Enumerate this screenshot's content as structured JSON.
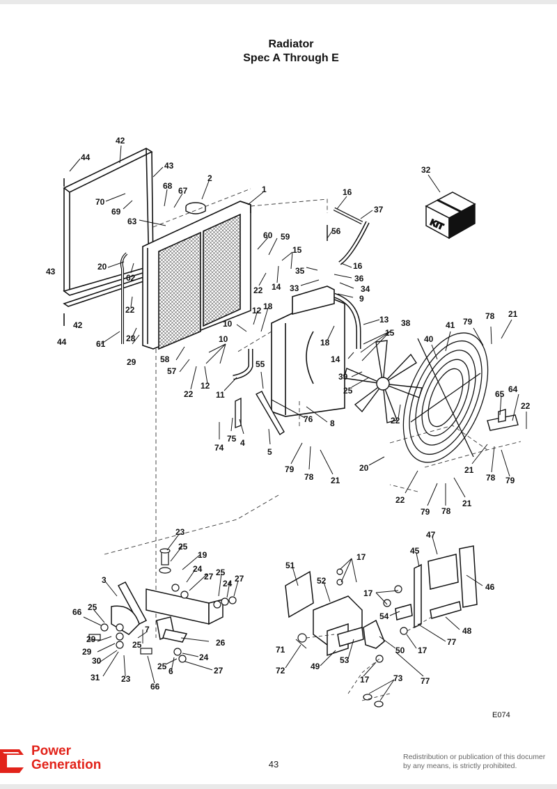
{
  "header": {
    "title": "Radiator",
    "subtitle": "Spec A Through E"
  },
  "figure": {
    "id": "E074",
    "kit_label": "KIT"
  },
  "callouts": [
    {
      "id": "c42a",
      "text": "42"
    },
    {
      "id": "c44a",
      "text": "44"
    },
    {
      "id": "c43a",
      "text": "43"
    },
    {
      "id": "c2",
      "text": "2"
    },
    {
      "id": "c1",
      "text": "1"
    },
    {
      "id": "c68",
      "text": "68"
    },
    {
      "id": "c67",
      "text": "67"
    },
    {
      "id": "c70",
      "text": "70"
    },
    {
      "id": "c69",
      "text": "69"
    },
    {
      "id": "c63",
      "text": "63"
    },
    {
      "id": "c16a",
      "text": "16"
    },
    {
      "id": "c37",
      "text": "37"
    },
    {
      "id": "c32",
      "text": "32"
    },
    {
      "id": "c56",
      "text": "56"
    },
    {
      "id": "c60",
      "text": "60"
    },
    {
      "id": "c59",
      "text": "59"
    },
    {
      "id": "c15a",
      "text": "15"
    },
    {
      "id": "c16b",
      "text": "16"
    },
    {
      "id": "c35",
      "text": "35"
    },
    {
      "id": "c36",
      "text": "36"
    },
    {
      "id": "c33",
      "text": "33"
    },
    {
      "id": "c34",
      "text": "34"
    },
    {
      "id": "c9",
      "text": "9"
    },
    {
      "id": "c43b",
      "text": "43"
    },
    {
      "id": "c20a",
      "text": "20"
    },
    {
      "id": "c62",
      "text": "62"
    },
    {
      "id": "c22a",
      "text": "22"
    },
    {
      "id": "c14a",
      "text": "14"
    },
    {
      "id": "c42b",
      "text": "42"
    },
    {
      "id": "c44b",
      "text": "44"
    },
    {
      "id": "c61",
      "text": "61"
    },
    {
      "id": "c28",
      "text": "28"
    },
    {
      "id": "c29a",
      "text": "29"
    },
    {
      "id": "c22b",
      "text": "22"
    },
    {
      "id": "c12a",
      "text": "12"
    },
    {
      "id": "c18a",
      "text": "18"
    },
    {
      "id": "c10a",
      "text": "10"
    },
    {
      "id": "c13",
      "text": "13"
    },
    {
      "id": "c15b",
      "text": "15"
    },
    {
      "id": "c38",
      "text": "38"
    },
    {
      "id": "c18b",
      "text": "18"
    },
    {
      "id": "c14b",
      "text": "14"
    },
    {
      "id": "c41",
      "text": "41"
    },
    {
      "id": "c40",
      "text": "40"
    },
    {
      "id": "c79a",
      "text": "79"
    },
    {
      "id": "c78a",
      "text": "78"
    },
    {
      "id": "c21a",
      "text": "21"
    },
    {
      "id": "c58",
      "text": "58"
    },
    {
      "id": "c10b",
      "text": "10"
    },
    {
      "id": "c57",
      "text": "57"
    },
    {
      "id": "c22c",
      "text": "22"
    },
    {
      "id": "c12b",
      "text": "12"
    },
    {
      "id": "c11",
      "text": "11"
    },
    {
      "id": "c39",
      "text": "39"
    },
    {
      "id": "c25a",
      "text": "25"
    },
    {
      "id": "c55",
      "text": "55"
    },
    {
      "id": "c65",
      "text": "65"
    },
    {
      "id": "c64",
      "text": "64"
    },
    {
      "id": "c22d",
      "text": "22"
    },
    {
      "id": "c76",
      "text": "76"
    },
    {
      "id": "c22e",
      "text": "22"
    },
    {
      "id": "c8",
      "text": "8"
    },
    {
      "id": "c74",
      "text": "74"
    },
    {
      "id": "c75",
      "text": "75"
    },
    {
      "id": "c4",
      "text": "4"
    },
    {
      "id": "c5",
      "text": "5"
    },
    {
      "id": "c79b",
      "text": "79"
    },
    {
      "id": "c78b",
      "text": "78"
    },
    {
      "id": "c21b",
      "text": "21"
    },
    {
      "id": "c20b",
      "text": "20"
    },
    {
      "id": "c21c",
      "text": "21"
    },
    {
      "id": "c78c",
      "text": "78"
    },
    {
      "id": "c79c",
      "text": "79"
    },
    {
      "id": "c22f",
      "text": "22"
    },
    {
      "id": "c79d",
      "text": "79"
    },
    {
      "id": "c78d",
      "text": "78"
    },
    {
      "id": "c21d",
      "text": "21"
    },
    {
      "id": "c23a",
      "text": "23"
    },
    {
      "id": "c25b",
      "text": "25"
    },
    {
      "id": "c19",
      "text": "19"
    },
    {
      "id": "c24a",
      "text": "24"
    },
    {
      "id": "c27a",
      "text": "27"
    },
    {
      "id": "c25c",
      "text": "25"
    },
    {
      "id": "c24b",
      "text": "24"
    },
    {
      "id": "c27b",
      "text": "27"
    },
    {
      "id": "c3",
      "text": "3"
    },
    {
      "id": "c66a",
      "text": "66"
    },
    {
      "id": "c25d",
      "text": "25"
    },
    {
      "id": "c29b",
      "text": "29"
    },
    {
      "id": "c7",
      "text": "7"
    },
    {
      "id": "c25e",
      "text": "25"
    },
    {
      "id": "c29c",
      "text": "29"
    },
    {
      "id": "c30",
      "text": "30"
    },
    {
      "id": "c26",
      "text": "26"
    },
    {
      "id": "c24c",
      "text": "24"
    },
    {
      "id": "c25f",
      "text": "25"
    },
    {
      "id": "c6",
      "text": "6"
    },
    {
      "id": "c27c",
      "text": "27"
    },
    {
      "id": "c31",
      "text": "31"
    },
    {
      "id": "c23b",
      "text": "23"
    },
    {
      "id": "c66b",
      "text": "66"
    },
    {
      "id": "c51",
      "text": "51"
    },
    {
      "id": "c17a",
      "text": "17"
    },
    {
      "id": "c52",
      "text": "52"
    },
    {
      "id": "c47",
      "text": "47"
    },
    {
      "id": "c45",
      "text": "45"
    },
    {
      "id": "c46",
      "text": "46"
    },
    {
      "id": "c17b",
      "text": "17"
    },
    {
      "id": "c54",
      "text": "54"
    },
    {
      "id": "c48",
      "text": "48"
    },
    {
      "id": "c77a",
      "text": "77"
    },
    {
      "id": "c71",
      "text": "71"
    },
    {
      "id": "c50",
      "text": "50"
    },
    {
      "id": "c17c",
      "text": "17"
    },
    {
      "id": "c72",
      "text": "72"
    },
    {
      "id": "c49",
      "text": "49"
    },
    {
      "id": "c53",
      "text": "53"
    },
    {
      "id": "c17d",
      "text": "17"
    },
    {
      "id": "c73",
      "text": "73"
    },
    {
      "id": "c77b",
      "text": "77"
    }
  ],
  "footer": {
    "brand_line1": "Power",
    "brand_line2": "Generation",
    "page_number": "43",
    "legal_line1": "Redistribution or publication of this documer",
    "legal_line2": "by any means, is strictly prohibited."
  }
}
